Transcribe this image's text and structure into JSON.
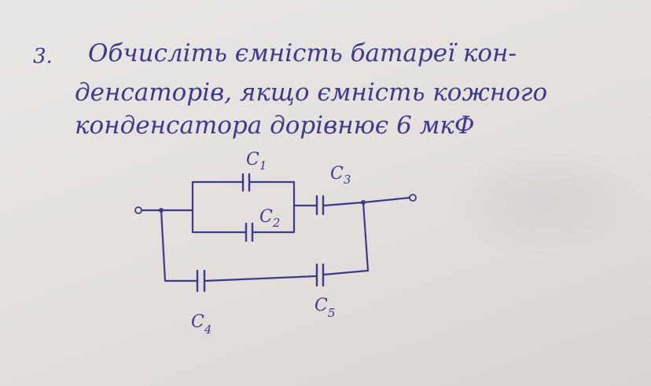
{
  "problem": {
    "number": "3.",
    "line1": "Обчисліть    ємність батареї кон-",
    "line2": "денсаторів, якщо ємність кожного",
    "line3": "конденсатора  дорівнює  6 мкФ"
  },
  "circuit": {
    "labels": {
      "c1": {
        "letter": "C",
        "index": "1"
      },
      "c2": {
        "letter": "C",
        "index": "2"
      },
      "c3": {
        "letter": "C",
        "index": "3"
      },
      "c4": {
        "letter": "C",
        "index": "4"
      },
      "c5": {
        "letter": "C",
        "index": "5"
      }
    }
  },
  "colors": {
    "ink": "#3d3a8c",
    "paper": "#e6e3e0"
  }
}
